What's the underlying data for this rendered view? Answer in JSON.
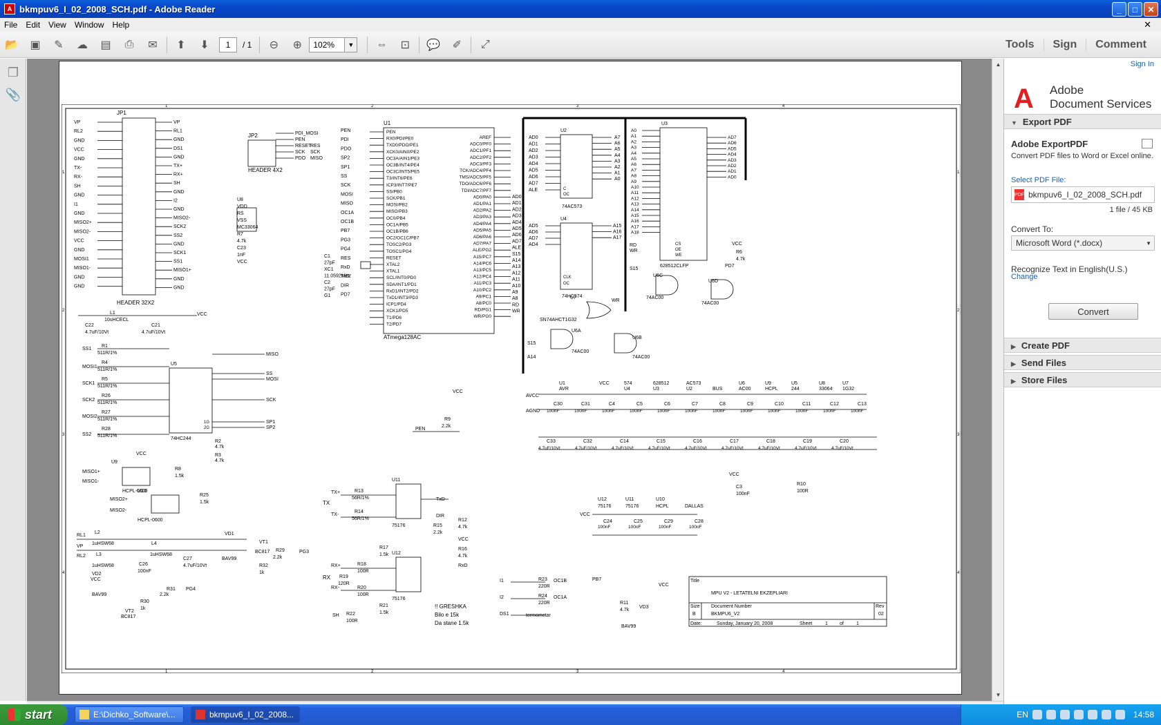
{
  "window": {
    "title": "bkmpuv6_I_02_2008_SCH.pdf - Adobe Reader"
  },
  "menu": [
    "File",
    "Edit",
    "View",
    "Window",
    "Help"
  ],
  "toolbar": {
    "page_current": "1",
    "page_total": "/ 1",
    "zoom": "102%",
    "tools": "Tools",
    "sign": "Sign",
    "comment": "Comment"
  },
  "right_panel": {
    "sign_in": "Sign In",
    "brand_line1": "Adobe",
    "brand_line2": "Document Services",
    "export_header": "Export PDF",
    "export_title": "Adobe ExportPDF",
    "export_desc": "Convert PDF files to Word or Excel online.",
    "select_label": "Select PDF File:",
    "file_name": "bkmpuv6_I_02_2008_SCH.pdf",
    "file_info": "1 file / 45 KB",
    "convert_to_label": "Convert To:",
    "convert_to_value": "Microsoft Word (*.docx)",
    "recognize": "Recognize Text in English(U.S.)",
    "change": "Change",
    "convert_button": "Convert",
    "create_pdf": "Create PDF",
    "send_files": "Send Files",
    "store_files": "Store Files"
  },
  "taskbar": {
    "start": "start",
    "task1": "E:\\Dichko_Software\\...",
    "task2": "bkmpuv6_I_02_2008...",
    "lang": "EN",
    "clock": "14:58"
  },
  "schematic": {
    "col_markers": [
      "1",
      "2",
      "3",
      "4"
    ],
    "row_markers": [
      "1",
      "2",
      "3",
      "4"
    ],
    "jp1": "JP1",
    "header32": "HEADER 32X2",
    "jp2": "JP2",
    "header4": "HEADER 4X2",
    "jp2_pins": [
      "PDI_MOSI",
      "PEN",
      "RESET",
      "SCK",
      "PDO"
    ],
    "jp2_pins_r": [
      "RES",
      "SCK",
      "MISO"
    ],
    "jp1_left": [
      "VP",
      "RL2",
      "GND",
      "VCC",
      "GND",
      "TX-",
      "RX-",
      "SH",
      "GND",
      "I1",
      "GND",
      "MISO2+",
      "MISO2-",
      "VCC",
      "GND",
      "MOSI1",
      "MISO1-",
      "GND",
      "GND"
    ],
    "jp1_right": [
      "VP",
      "RL1",
      "GND",
      "DS1",
      "GND",
      "TX+",
      "RX+",
      "SH",
      "GND",
      "I2",
      "GND",
      "MISO2-",
      "SCK2",
      "SS2",
      "GND",
      "SCK1",
      "SS1",
      "MISO1+",
      "GND",
      "GND"
    ],
    "u1": "U1",
    "u1_part": "ATmega128AC",
    "u1_left_net": [
      "PEN",
      "PDI",
      "PDO",
      "SP2",
      "SP1",
      "SS",
      "SCK",
      "MOSI",
      "MISO",
      "OC1A",
      "OC1B",
      "PB7",
      "PG3",
      "PG4",
      "RES",
      "RxD",
      "TxD",
      "DIR",
      "PD7"
    ],
    "u1_left_pin": [
      "PEN",
      "RX0/PDI/PE0",
      "TXD0/PDO/PE1",
      "XCK0/AIN0/PE2",
      "OC3A/AIN1/PE3",
      "OC3B/INT4/PE4",
      "OC3C/INT5/PE5",
      "T3/INT6/PE6",
      "ICP3/INT7/PE7",
      "SS/PB0",
      "SCK/PB1",
      "MOSI/PB2",
      "MISO/PB3",
      "OC0/PB4",
      "OC1A/PB5",
      "OC1B/PB6",
      "OC2/OC1C/PB7",
      "TOSC2/PG3",
      "TOSC1/PG4",
      "RESET",
      "XTAL2",
      "XTAL1",
      "SCL/INT0/PD0",
      "SDA/INT1/PD1",
      "RxD1/INT2/PD2",
      "TxD1/INT3/PD3",
      "ICP1/PD4",
      "XCK1/PD5",
      "T1/PD6",
      "T2/PD7"
    ],
    "u1_right_pin": [
      "AREF",
      "ADC0/PF0",
      "ADC1/PF1",
      "ADC2/PF2",
      "ADC3/PF3",
      "TCK/ADC4/PF4",
      "TMS/ADC5/PF5",
      "TDO/ADC6/PF6",
      "TDI/ADC7/PF7",
      "AD0/PA0",
      "AD1/PA1",
      "AD2/PA2",
      "AD3/PA3",
      "AD4/PA4",
      "AD5/PA5",
      "AD6/PA6",
      "AD7/PA7",
      "ALE/PG2",
      "A15/PC7",
      "A14/PC6",
      "A13/PC5",
      "A12/PC4",
      "A11/PC3",
      "A10/PC2",
      "A9/PC1",
      "A8/PC0",
      "RD/PG1",
      "WR/PG0"
    ],
    "u1_right_net": [
      "AD0",
      "AD1",
      "AD2",
      "AD3",
      "AD4",
      "AD5",
      "AD6",
      "AD7",
      "ALE",
      "S15",
      "A14",
      "A13",
      "A12",
      "A11",
      "A10",
      "A9",
      "A8",
      "RD",
      "WR"
    ],
    "xtal": [
      "C1",
      "27pF",
      "XC1",
      "11.0592MHz",
      "C2",
      "27pF",
      "G1"
    ],
    "u8": [
      "U8",
      "VDD",
      "RS",
      "VSS",
      "MC33064",
      "R7",
      "4.7k",
      "C23",
      "1nF",
      "VCC"
    ],
    "u2": [
      "U2",
      "74AC573",
      "C",
      "OC"
    ],
    "u4": [
      "U4",
      "74HC574",
      "CLK",
      "OC"
    ],
    "u3": [
      "U3",
      "628512CLFP",
      "CS",
      "OE",
      "WE",
      "RD",
      "WR",
      "S15"
    ],
    "u2_in": [
      "AD0",
      "AD1",
      "AD2",
      "AD3",
      "AD4",
      "AD5",
      "AD6",
      "AD7",
      "ALE"
    ],
    "u2_out": [
      "A7",
      "A6",
      "A5",
      "A4",
      "A3",
      "A2",
      "A1",
      "A0"
    ],
    "u4_in": [
      "AD5",
      "AD6",
      "AD7",
      "AD4"
    ],
    "u4_out": [
      "A15",
      "A16",
      "A17"
    ],
    "u3_addr": [
      "A0",
      "A1",
      "A2",
      "A3",
      "A4",
      "A5",
      "A6",
      "A7",
      "A8",
      "A9",
      "A10",
      "A11",
      "A12",
      "A13",
      "A14",
      "A15",
      "A16",
      "A17",
      "A18"
    ],
    "u3_data": [
      "AD7",
      "AD6",
      "AD5",
      "AD4",
      "AD3",
      "AD2",
      "AD1",
      "AD0"
    ],
    "u7": [
      "U7",
      "SN74AHCT1G32",
      "WR"
    ],
    "u6": [
      "U6A",
      "74AC00",
      "U6B",
      "74AC00",
      "U6C",
      "74AC00",
      "U6D",
      "74AC00",
      "S15",
      "A14",
      "PD7"
    ],
    "r6": [
      "R6",
      "4.7k",
      "VCC"
    ],
    "u5": [
      "U5",
      "74HC244",
      "1G",
      "2G"
    ],
    "u5_nets": [
      "SS1",
      "MOSI1",
      "SCK1",
      "SCK2",
      "MOSI2",
      "SS2",
      "MISO",
      "SS",
      "MOSI",
      "SCK",
      "SP1",
      "SP2"
    ],
    "u5_res": [
      "R1",
      "511R/1%",
      "R4",
      "511R/1%",
      "R5",
      "511R/1%",
      "R26",
      "511R/1%",
      "R27",
      "511R/1%",
      "R28",
      "511R/1%",
      "R2",
      "4.7k",
      "R3",
      "4.7k"
    ],
    "opto": [
      "U9",
      "HCPL-0600",
      "MISO1+",
      "MISO1-",
      "R8",
      "1.5k",
      "U10",
      "HCPL-0600",
      "MISO2+",
      "MISO2-",
      "R25",
      "1.5k",
      "VCC"
    ],
    "power": [
      "C22",
      "4.7uF/10Vt",
      "L1",
      "10uHCECL",
      "C21",
      "4.7uF/10Vt",
      "VCC"
    ],
    "relay": [
      "RL1",
      "L2",
      "1uHSW68",
      "VP",
      "RL2",
      "L3",
      "1uHSW68",
      "L4",
      "1uHSW68",
      "C26",
      "100nF",
      "C27",
      "4.7uF/10Vt",
      "VD1",
      "BAV99",
      "VT1",
      "BC817",
      "R29",
      "2.2k",
      "PG3",
      "R32",
      "1k",
      "VD2",
      "BAV99",
      "VT2",
      "BC817",
      "R31",
      "2.2k",
      "PG4",
      "R30",
      "1k",
      "VCC"
    ],
    "r9": [
      "R9",
      "2.2k",
      "PEN",
      "VCC"
    ],
    "u11": [
      "U11",
      "75176",
      "TX+",
      "TX-",
      "TX",
      "R13",
      "56R/1%",
      "R14",
      "56R/1%",
      "TxD",
      "DIR",
      "R12",
      "4.7k",
      "R15",
      "2.2k",
      "R16",
      "4.7k",
      "VCC",
      "RxD"
    ],
    "u12": [
      "U12",
      "75176",
      "RX+",
      "RX-",
      "RX",
      "R17",
      "1.5k",
      "R18",
      "100R",
      "R19",
      "120R",
      "R20",
      "100R",
      "R21",
      "1.5k",
      "R22",
      "100R",
      "SH"
    ],
    "greshka": [
      "!! GRESHKA",
      "Bilo e 15k",
      "Da stane 1.5k"
    ],
    "misc": [
      "I1",
      "R23",
      "220R",
      "OC1B",
      "I2",
      "R24",
      "220R",
      "OC1A",
      "DS1",
      "termometar",
      "PB7",
      "R11",
      "4.7k",
      "VD3",
      "BAV99",
      "VCC"
    ],
    "bypass_top_labels": [
      "U1",
      "AVR",
      "VCC",
      "U4",
      "574",
      "U3",
      "628512",
      "U2",
      "AC573",
      "BUS",
      "U6",
      "AC00",
      "U9",
      "HCPL",
      "U5",
      "244",
      "U8",
      "33064",
      "U7",
      "1G32"
    ],
    "bypass_caps": [
      "C30",
      "C31",
      "C4",
      "C5",
      "C6",
      "C7",
      "C8",
      "C9",
      "C10",
      "C11",
      "C12",
      "C13"
    ],
    "bulk_caps": [
      "C33",
      "C32",
      "C14",
      "C15",
      "C16",
      "C17",
      "C18",
      "C19",
      "C20"
    ],
    "net_avcc": "AVCC",
    "net_agnd": "AGND",
    "cap_100nf": "100nF",
    "cap_47": "4.7uF/10Vt",
    "c3": [
      "VCC",
      "C3",
      "100nF"
    ],
    "r10": [
      "R10",
      "100R"
    ],
    "bypass2": [
      "U12",
      "75176",
      "U11",
      "75176",
      "U10",
      "HCPL",
      "DALLAS",
      "VCC",
      "C24",
      "C25",
      "C29",
      "C28"
    ],
    "title_block": {
      "title_lbl": "Title",
      "title": "MPU V2 - LETATELNI EKZEPLIARI",
      "size_lbl": "Size",
      "size": "B",
      "docnum_lbl": "Document Number",
      "docnum": "BKMPU6_V2",
      "rev_lbl": "Rev",
      "rev": "02",
      "date_lbl": "Date:",
      "date": "Sunday, January 20, 2008",
      "sheet_lbl": "Sheet",
      "sheet": "1",
      "of": "of",
      "sheets": "1"
    }
  }
}
